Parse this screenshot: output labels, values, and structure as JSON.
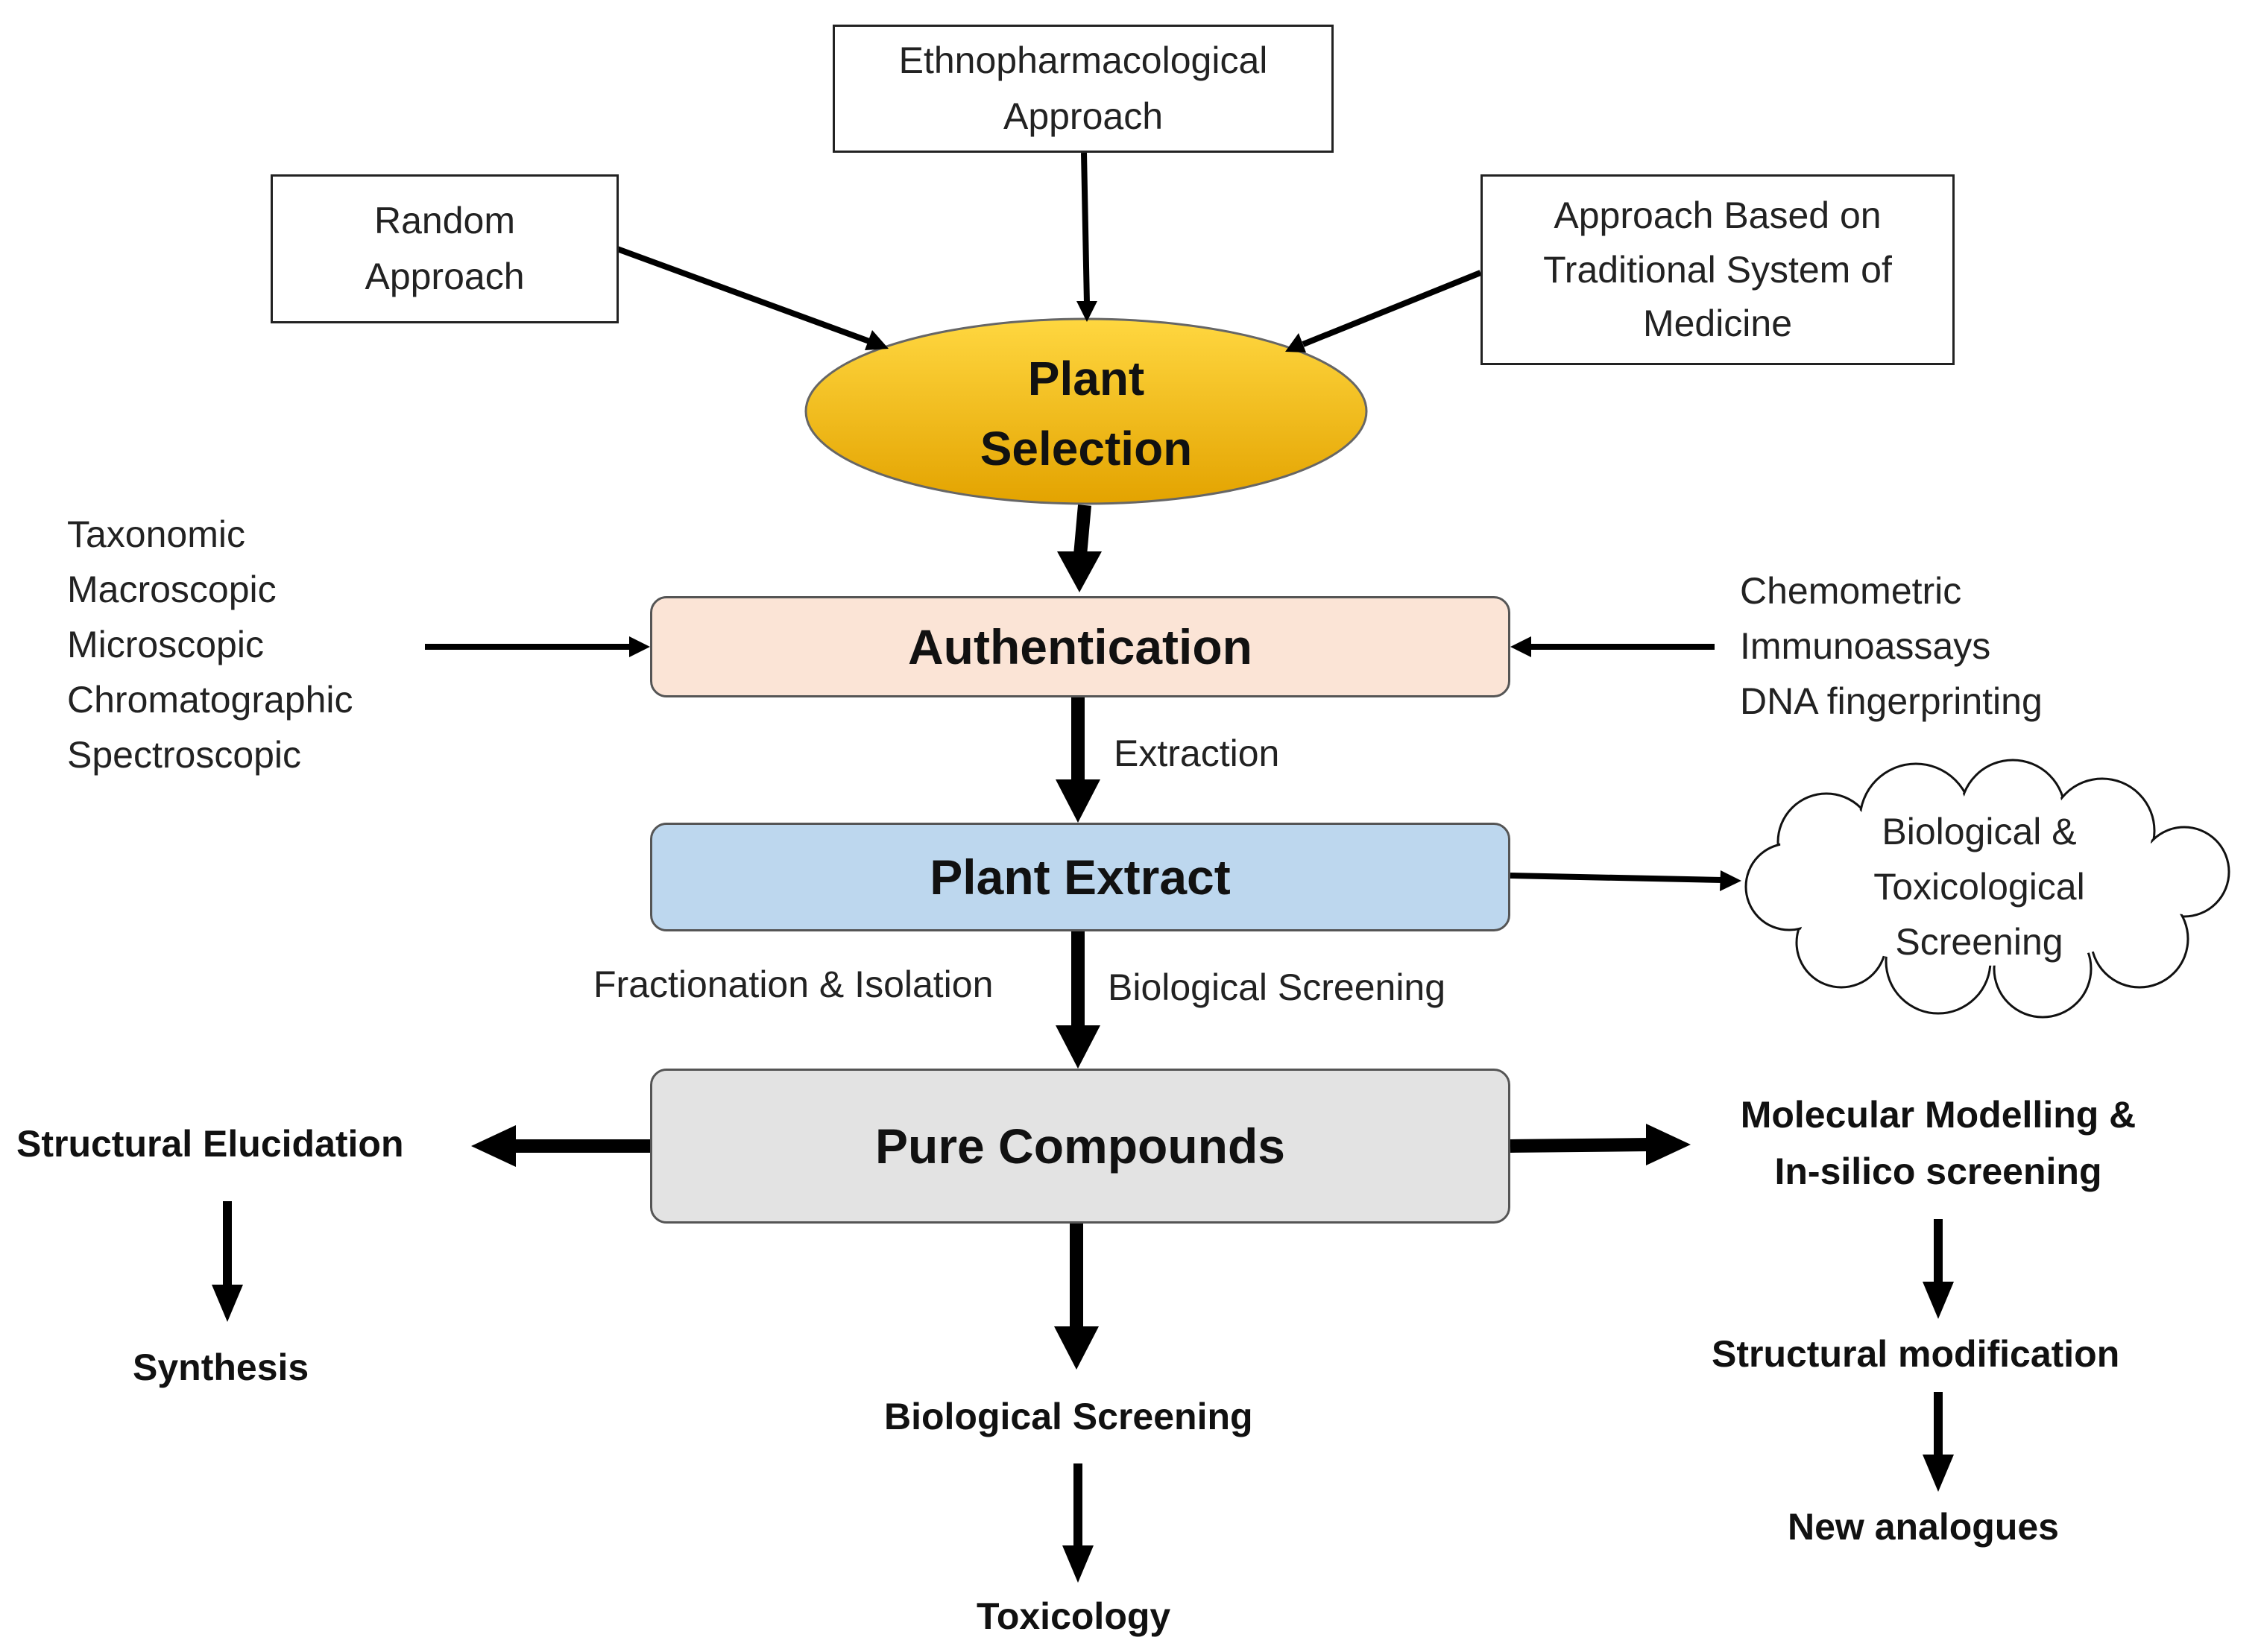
{
  "approaches": {
    "ethno": "Ethnopharmacological\nApproach",
    "random": "Random\nApproach",
    "traditional": "Approach Based on\nTraditional System of\nMedicine"
  },
  "nodes": {
    "plant_selection": "Plant\nSelection",
    "authentication": "Authentication",
    "plant_extract": "Plant Extract",
    "pure_compounds": "Pure Compounds",
    "bio_tox_screening": "Biological &\nToxicological\nScreening"
  },
  "auth_methods_left": [
    "Taxonomic",
    "Macroscopic",
    "Microscopic",
    "Chromatographic",
    "Spectroscopic"
  ],
  "auth_methods_right": [
    "Chemometric",
    "Immunoassays",
    "DNA fingerprinting"
  ],
  "edge_labels": {
    "extraction": "Extraction",
    "fractionation": "Fractionation & Isolation",
    "biological_screening": "Biological Screening"
  },
  "outcomes": {
    "structural_elucidation": "Structural Elucidation",
    "synthesis": "Synthesis",
    "biological_screening": "Biological Screening",
    "toxicology": "Toxicology",
    "molecular_modelling": "Molecular Modelling &\nIn-silico screening",
    "structural_modification": "Structural modification",
    "new_analogues": "New analogues"
  },
  "colors": {
    "selection_fill_top": "#ffd740",
    "selection_fill_bottom": "#e3a300",
    "authentication_fill": "#fbe4d6",
    "extract_fill": "#bdd7ee",
    "compounds_fill": "#e3e3e3",
    "stroke": "#000000"
  }
}
